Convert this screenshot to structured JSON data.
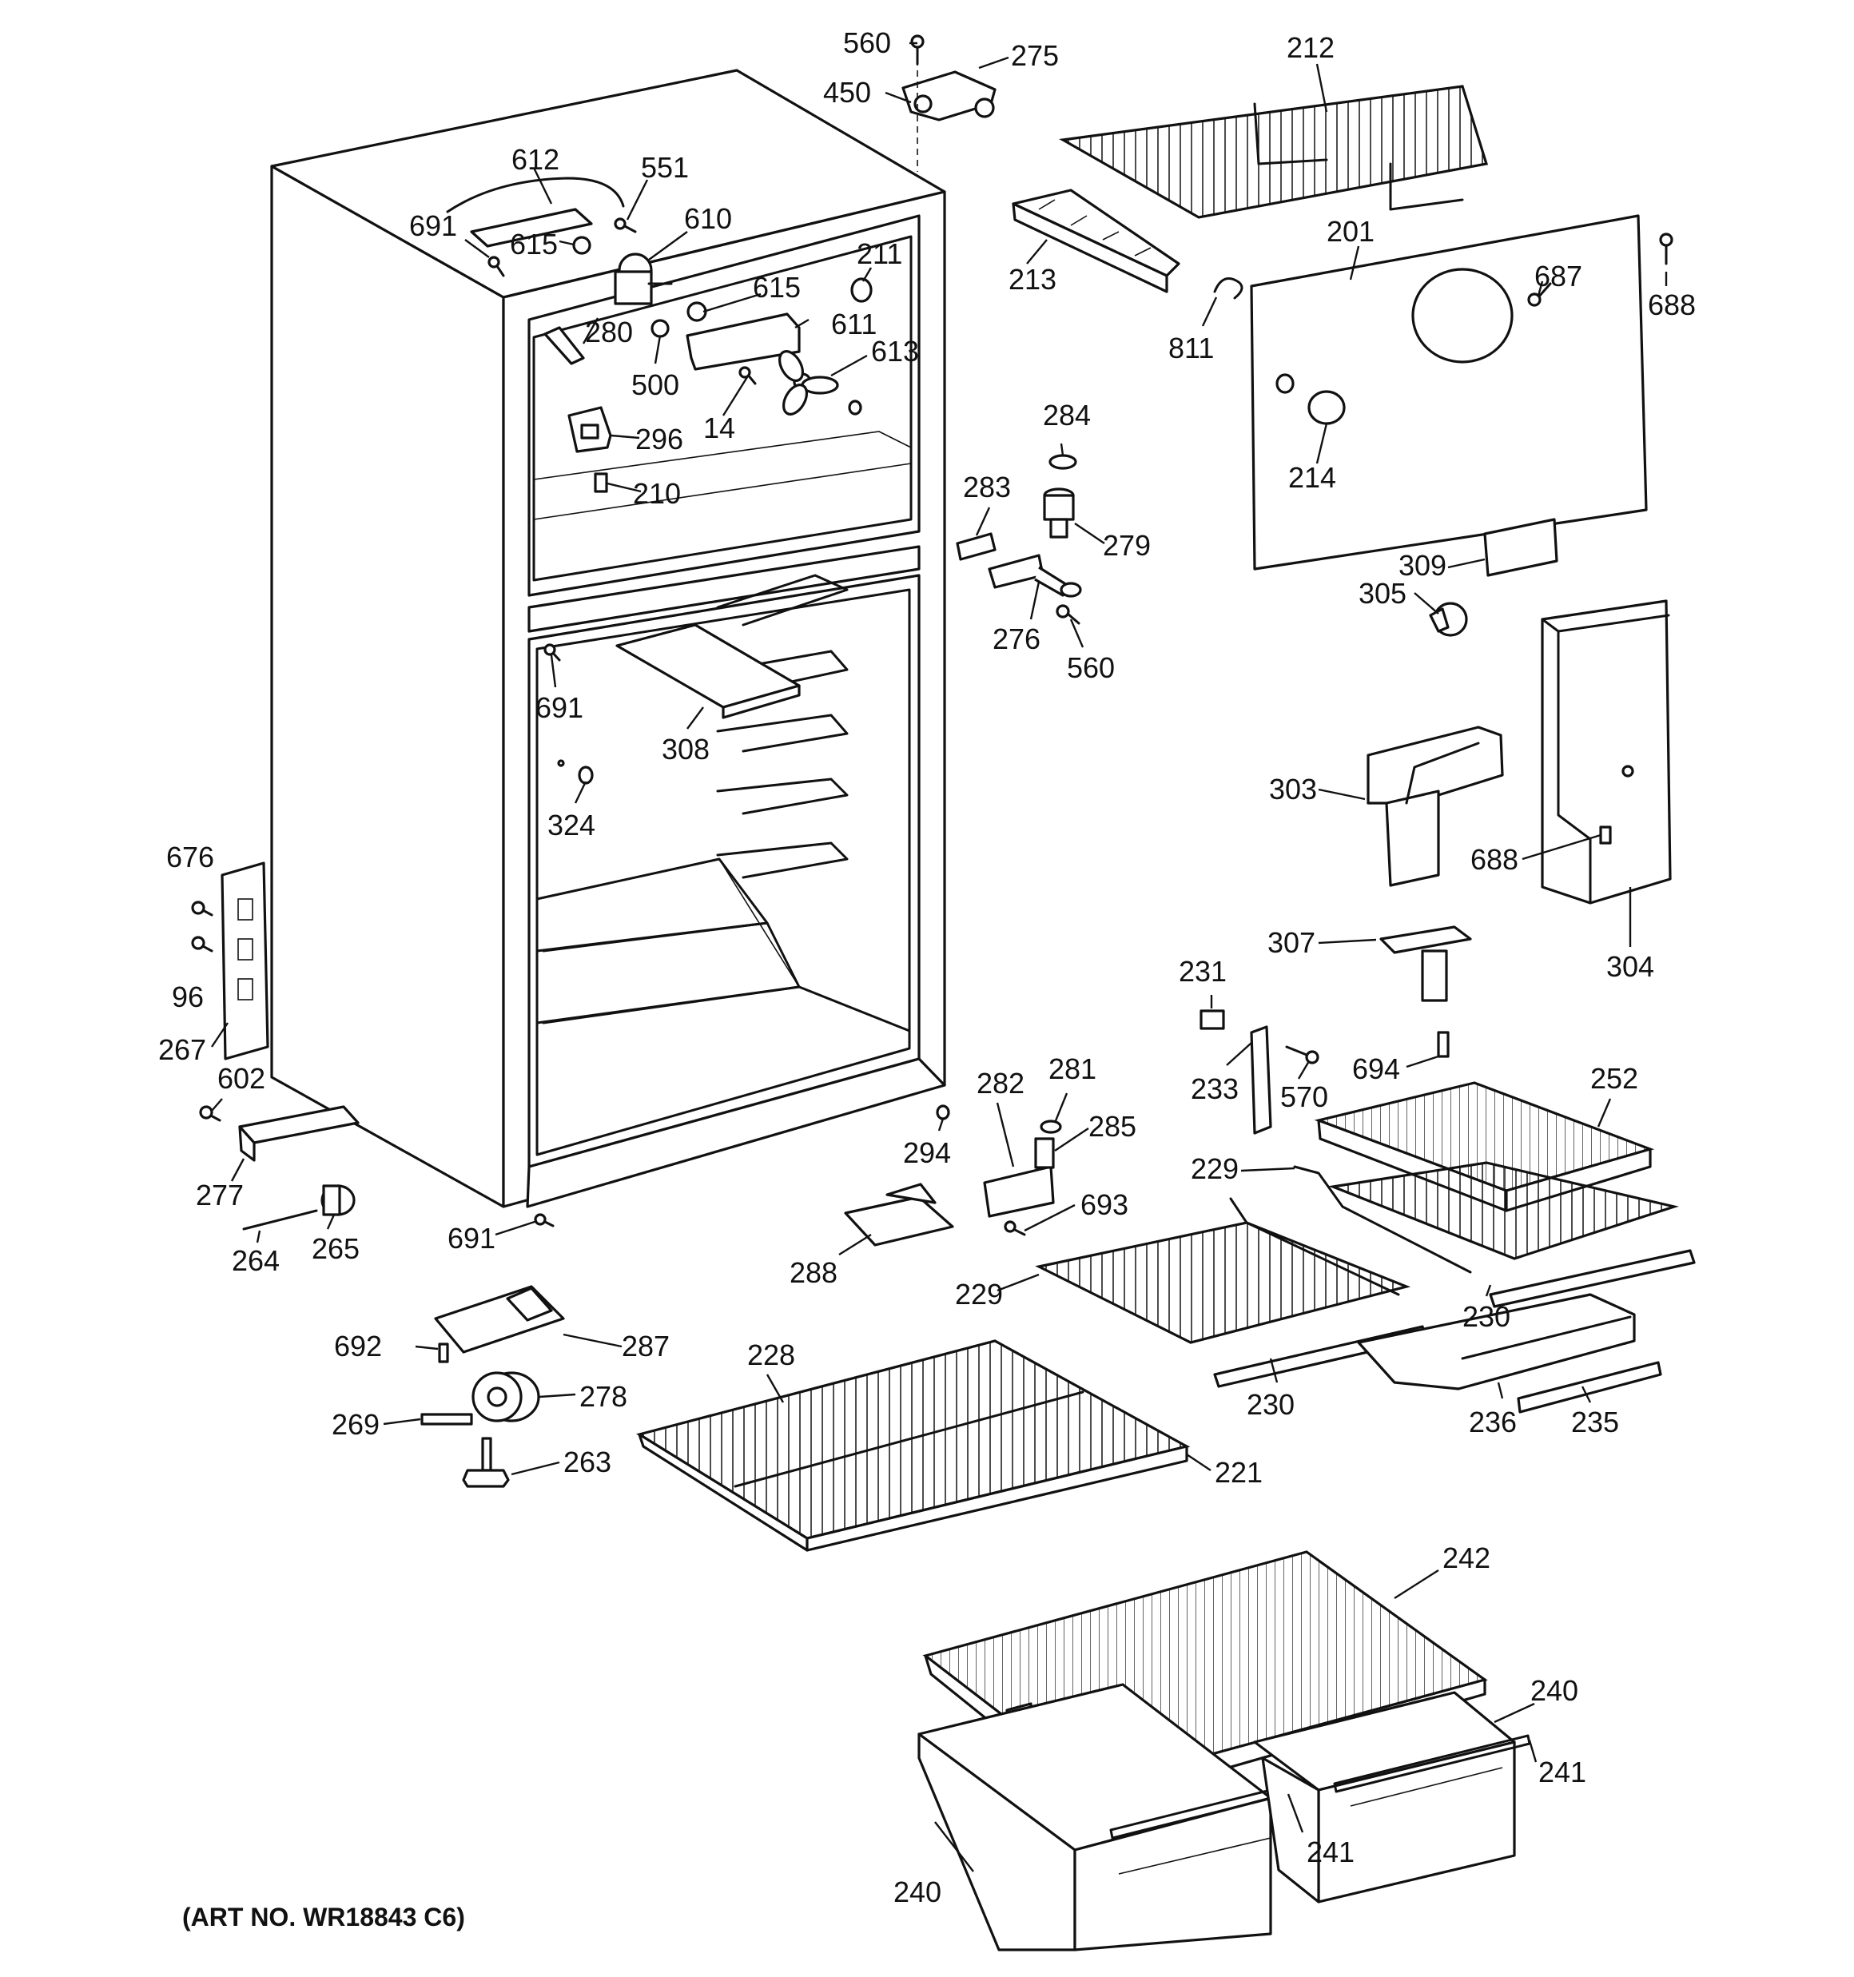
{
  "art_number": "(ART NO. WR18843 C6)",
  "callouts": [
    {
      "id": "c-560a",
      "text": "560"
    },
    {
      "id": "c-275",
      "text": "275"
    },
    {
      "id": "c-450",
      "text": "450"
    },
    {
      "id": "c-212",
      "text": "212"
    },
    {
      "id": "c-612",
      "text": "612"
    },
    {
      "id": "c-551",
      "text": "551"
    },
    {
      "id": "c-691a",
      "text": "691"
    },
    {
      "id": "c-615a",
      "text": "615"
    },
    {
      "id": "c-610",
      "text": "610"
    },
    {
      "id": "c-211",
      "text": "211"
    },
    {
      "id": "c-213",
      "text": "213"
    },
    {
      "id": "c-201",
      "text": "201"
    },
    {
      "id": "c-688a",
      "text": "688"
    },
    {
      "id": "c-687",
      "text": "687"
    },
    {
      "id": "c-811",
      "text": "811"
    },
    {
      "id": "c-615b",
      "text": "615"
    },
    {
      "id": "c-280",
      "text": "280"
    },
    {
      "id": "c-611",
      "text": "611"
    },
    {
      "id": "c-500",
      "text": "500"
    },
    {
      "id": "c-613",
      "text": "613"
    },
    {
      "id": "c-14",
      "text": "14"
    },
    {
      "id": "c-296",
      "text": "296"
    },
    {
      "id": "c-284",
      "text": "284"
    },
    {
      "id": "c-214",
      "text": "214"
    },
    {
      "id": "c-210",
      "text": "210"
    },
    {
      "id": "c-283",
      "text": "283"
    },
    {
      "id": "c-279",
      "text": "279"
    },
    {
      "id": "c-309",
      "text": "309"
    },
    {
      "id": "c-305",
      "text": "305"
    },
    {
      "id": "c-276",
      "text": "276"
    },
    {
      "id": "c-560b",
      "text": "560"
    },
    {
      "id": "c-691b",
      "text": "691"
    },
    {
      "id": "c-308",
      "text": "308"
    },
    {
      "id": "c-303",
      "text": "303"
    },
    {
      "id": "c-324",
      "text": "324"
    },
    {
      "id": "c-676",
      "text": "676"
    },
    {
      "id": "c-688b",
      "text": "688"
    },
    {
      "id": "c-96",
      "text": "96"
    },
    {
      "id": "c-307",
      "text": "307"
    },
    {
      "id": "c-304",
      "text": "304"
    },
    {
      "id": "c-231",
      "text": "231"
    },
    {
      "id": "c-267",
      "text": "267"
    },
    {
      "id": "c-570",
      "text": "570"
    },
    {
      "id": "c-694",
      "text": "694"
    },
    {
      "id": "c-233",
      "text": "233"
    },
    {
      "id": "c-602",
      "text": "602"
    },
    {
      "id": "c-282",
      "text": "282"
    },
    {
      "id": "c-281",
      "text": "281"
    },
    {
      "id": "c-252",
      "text": "252"
    },
    {
      "id": "c-285",
      "text": "285"
    },
    {
      "id": "c-294",
      "text": "294"
    },
    {
      "id": "c-229a",
      "text": "229"
    },
    {
      "id": "c-277",
      "text": "277"
    },
    {
      "id": "c-693",
      "text": "693"
    },
    {
      "id": "c-691c",
      "text": "691"
    },
    {
      "id": "c-264",
      "text": "264"
    },
    {
      "id": "c-265",
      "text": "265"
    },
    {
      "id": "c-288",
      "text": "288"
    },
    {
      "id": "c-229b",
      "text": "229"
    },
    {
      "id": "c-230a",
      "text": "230"
    },
    {
      "id": "c-692",
      "text": "692"
    },
    {
      "id": "c-287",
      "text": "287"
    },
    {
      "id": "c-228",
      "text": "228"
    },
    {
      "id": "c-230b",
      "text": "230"
    },
    {
      "id": "c-236",
      "text": "236"
    },
    {
      "id": "c-235",
      "text": "235"
    },
    {
      "id": "c-278",
      "text": "278"
    },
    {
      "id": "c-269",
      "text": "269"
    },
    {
      "id": "c-263",
      "text": "263"
    },
    {
      "id": "c-221",
      "text": "221"
    },
    {
      "id": "c-242",
      "text": "242"
    },
    {
      "id": "c-240a",
      "text": "240"
    },
    {
      "id": "c-241a",
      "text": "241"
    },
    {
      "id": "c-241b",
      "text": "241"
    },
    {
      "id": "c-240b",
      "text": "240"
    }
  ]
}
